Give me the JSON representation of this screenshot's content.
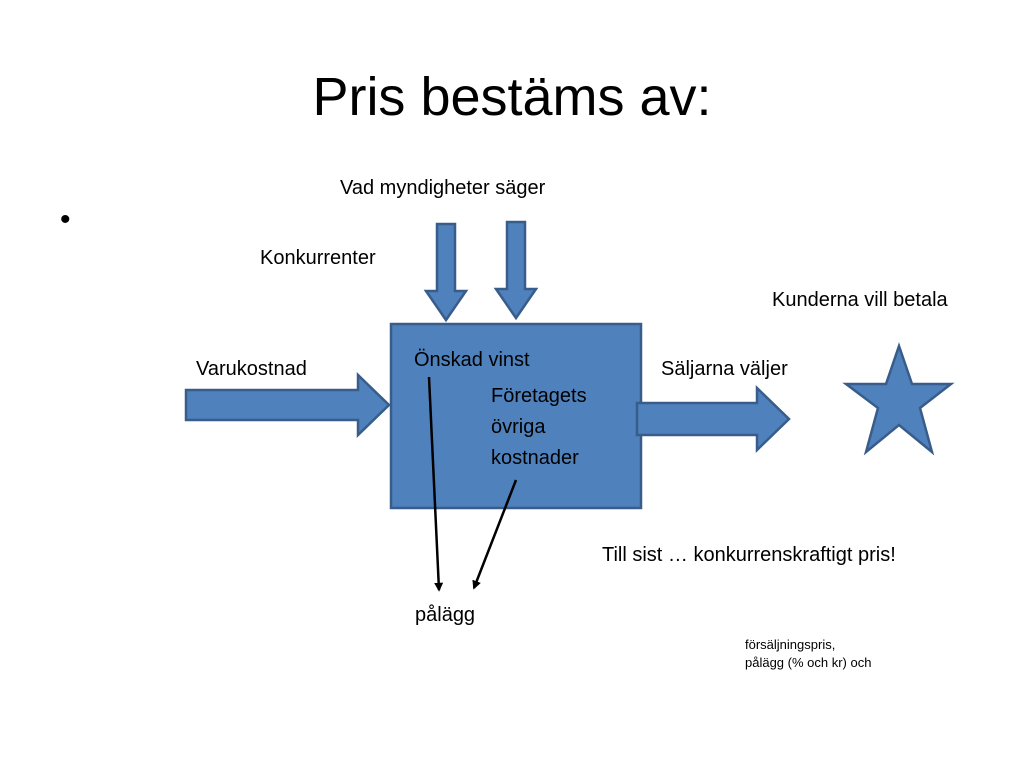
{
  "title": "Pris bestäms av:",
  "bullet": "•",
  "labels": {
    "authorities": "Vad myndigheter säger",
    "competitors": "Konkurrenter",
    "customers": "Kunderna vill betala",
    "goods_cost": "Varukostnad",
    "desired_profit": "Önskad vinst",
    "other_costs": "Företagets\növriga\nkostnader",
    "sellers": "Säljarna väljer",
    "final": "Till sist … konkurrenskraftigt pris!",
    "markup": "pålägg",
    "footnote": "försäljningspris,\npålägg (% och kr) och"
  },
  "colors": {
    "shape_fill": "#4f81bd",
    "shape_stroke": "#385d8a",
    "text": "#000000"
  },
  "icons": {
    "customers_symbol": "star-icon"
  }
}
